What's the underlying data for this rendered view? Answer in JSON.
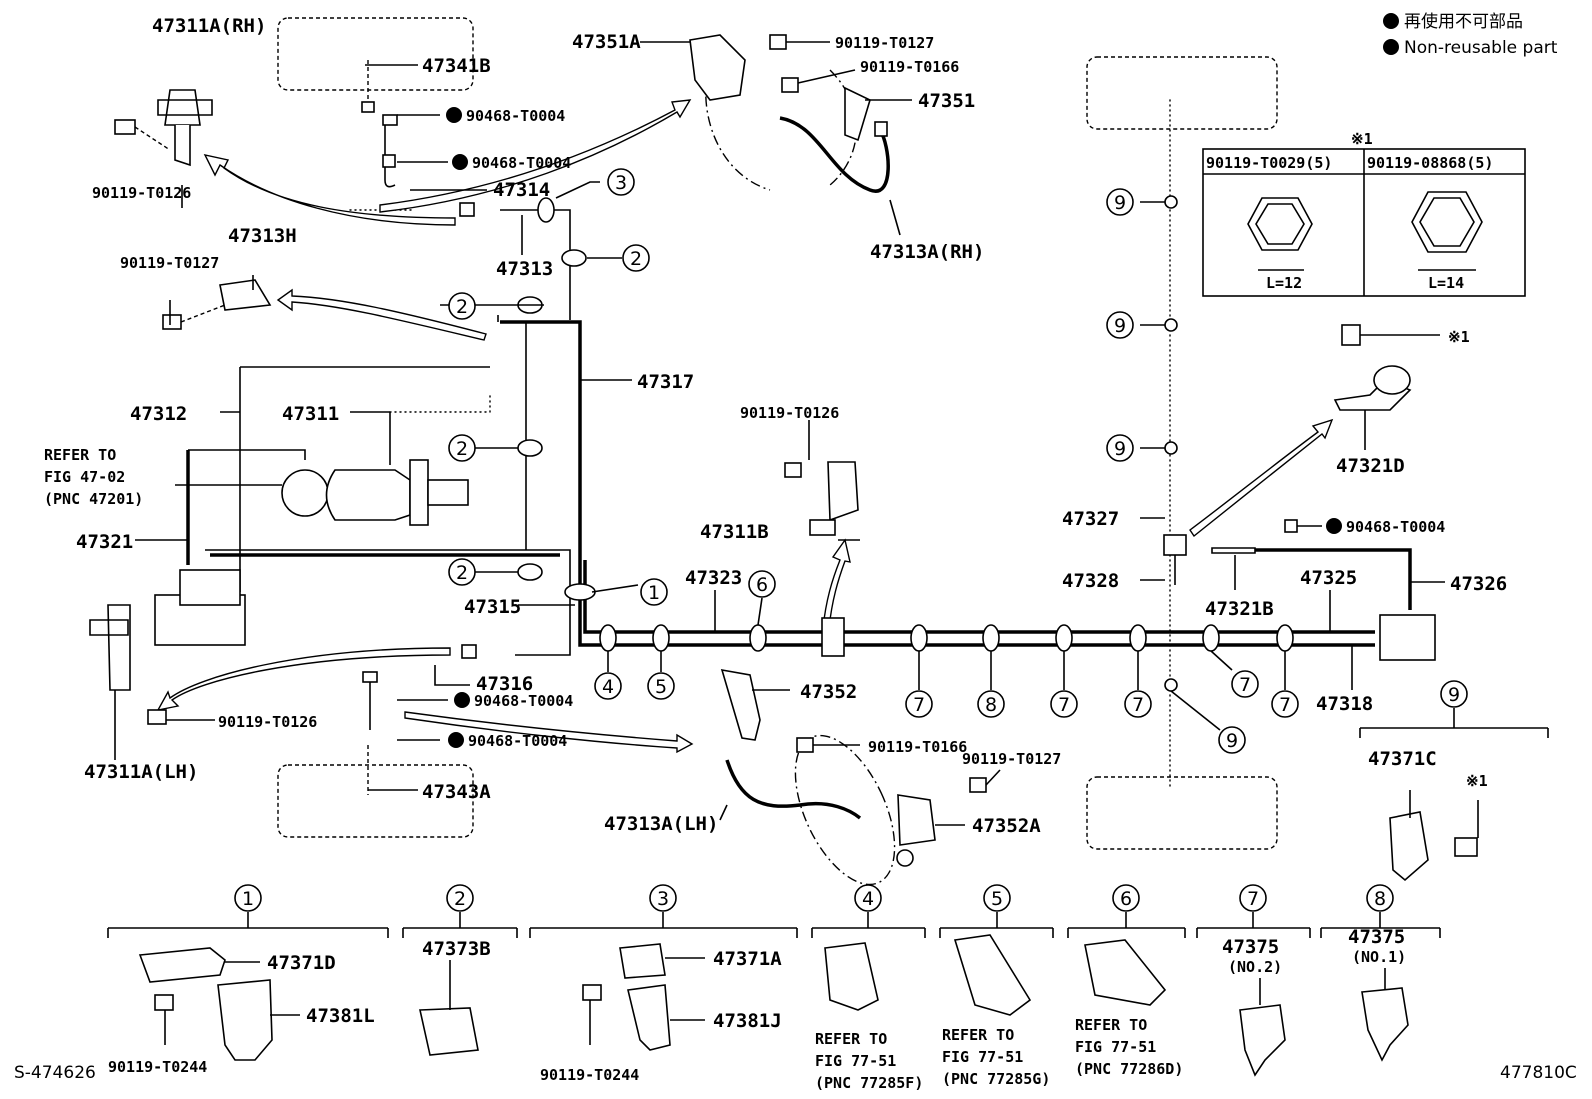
{
  "legend": {
    "jp": "再使用不可部品",
    "en": "Non-reusable part"
  },
  "codes": {
    "sheet": "S-474626",
    "illustration": "477810C"
  },
  "labels": {
    "p47311A_RH": "47311A(RH)",
    "p47341B": "47341B",
    "p90468_a": "90468-T0004",
    "p90468_b": "90468-T0004",
    "p47314": "47314",
    "p47313": "47313",
    "p90119_T0126_a": "90119-T0126",
    "p47313H": "47313H",
    "p90119_T0127_a": "90119-T0127",
    "p47351A": "47351A",
    "p90119_T0127_b": "90119-T0127",
    "p90119_T0166_a": "90119-T0166",
    "p47351": "47351",
    "p47313A_RH": "47313A(RH)",
    "p47317": "47317",
    "p47312": "47312",
    "p47311": "47311",
    "refer1_l1": "REFER TO",
    "refer1_l2": "FIG 47-02",
    "refer1_l3": "(PNC 47201)",
    "p47321": "47321",
    "p47315": "47315",
    "p47316": "47316",
    "p90468_c": "90468-T0004",
    "p90468_d": "90468-T0004",
    "p47311A_LH": "47311A(LH)",
    "p90119_T0126_b": "90119-T0126",
    "p47343A": "47343A",
    "p47323": "47323",
    "p90119_T0126_c": "90119-T0126",
    "p47311B": "47311B",
    "p47352": "47352",
    "p90119_T0166_b": "90119-T0166",
    "p90119_T0127_c": "90119-T0127",
    "p47313A_LH": "47313A(LH)",
    "p47352A": "47352A",
    "p47327": "47327",
    "p47328": "47328",
    "p47321B": "47321B",
    "p47325": "47325",
    "p47326": "47326",
    "p47318": "47318",
    "p90468_e": "90468-T0004",
    "p47321D": "47321D",
    "ref_mark": "※1",
    "ref_mark_b": "※1",
    "ref_mark_c": "※1",
    "box_col1": "90119-T0029(5)",
    "box_col2": "90119-08868(5)",
    "len1": "L=12",
    "len2": "L=14",
    "p47371C": "47371C",
    "d1_47371D": "47371D",
    "d1_47381L": "47381L",
    "d1_90119": "90119-T0244",
    "d2_47373B": "47373B",
    "d3_47371A": "47371A",
    "d3_47381J": "47381J",
    "d3_90119": "90119-T0244",
    "d4_l1": "REFER TO",
    "d4_l2": "FIG 77-51",
    "d4_l3": "(PNC 77285F)",
    "d5_l1": "REFER TO",
    "d5_l2": "FIG 77-51",
    "d5_l3": "(PNC 77285G)",
    "d6_l1": "REFER TO",
    "d6_l2": "FIG 77-51",
    "d6_l3": "(PNC 77286D)",
    "d7_pn": "47375",
    "d7_sub": "(NO.2)",
    "d8_pn": "47375",
    "d8_sub": "(NO.1)"
  },
  "callouts": {
    "c1": "1",
    "c2": "2",
    "c3": "3",
    "c4": "4",
    "c5": "5",
    "c6": "6",
    "c7": "7",
    "c8": "8",
    "c9": "9"
  }
}
